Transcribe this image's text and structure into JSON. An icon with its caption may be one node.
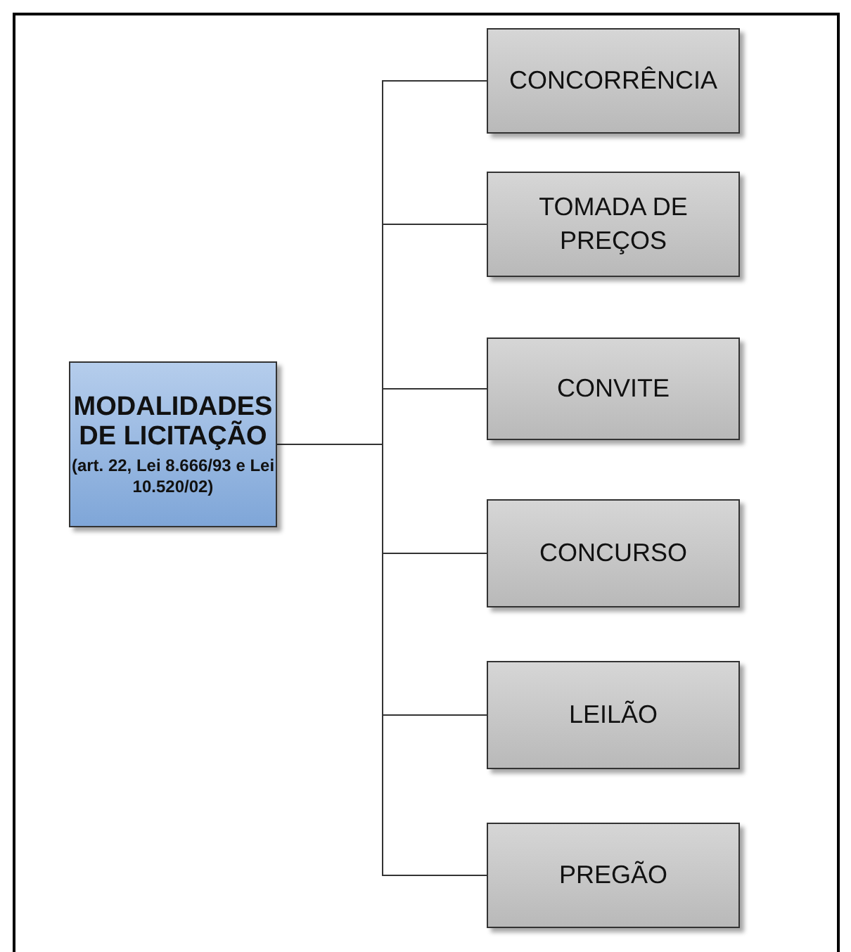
{
  "diagram": {
    "nodes": [
      {
        "text": [
          "MODALIDADES DE LICITAÇÃO",
          "(art. 22, Lei 8.666/93 e Lei 10.520/02)"
        ]
      },
      {
        "text": [
          "CONCORRÊNCIA"
        ]
      },
      {
        "text": [
          "TOMADA DE PREÇOS"
        ]
      },
      {
        "text": [
          "CONVITE"
        ]
      },
      {
        "text": [
          "CONCURSO"
        ]
      },
      {
        "text": [
          "LEILÃO"
        ]
      },
      {
        "text": [
          "PREGÃO"
        ]
      }
    ],
    "edges": [
      {
        "from": 0,
        "to": 1,
        "arrow": "none"
      },
      {
        "from": 0,
        "to": 2,
        "arrow": "none"
      },
      {
        "from": 0,
        "to": 3,
        "arrow": "none"
      },
      {
        "from": 0,
        "to": 4,
        "arrow": "none"
      },
      {
        "from": 0,
        "to": 5,
        "arrow": "none"
      },
      {
        "from": 0,
        "to": 6,
        "arrow": "none"
      }
    ]
  }
}
